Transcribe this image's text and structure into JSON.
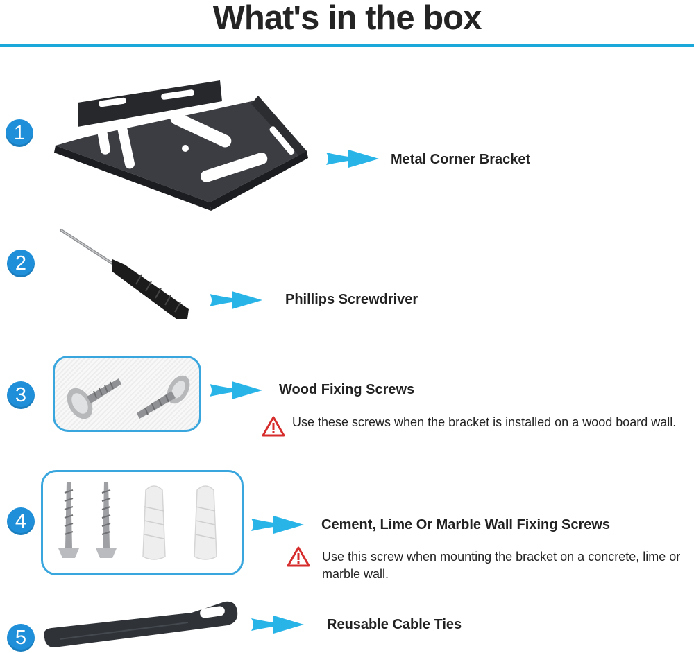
{
  "title": "What's in the box",
  "items": [
    {
      "number": "1",
      "label": "Metal Corner Bracket",
      "icon": "corner-bracket"
    },
    {
      "number": "2",
      "label": "Phillips Screwdriver",
      "icon": "screwdriver"
    },
    {
      "number": "3",
      "label": "Wood Fixing Screws",
      "icon": "wood-screws",
      "note": "Use these screws when the bracket is installed on a wood board wall."
    },
    {
      "number": "4",
      "label": "Cement, Lime Or Marble Wall Fixing Screws",
      "icon": "anchor-screws",
      "note": "Use this screw when mounting the bracket on a concrete, lime or marble wall."
    },
    {
      "number": "5",
      "label": "Reusable Cable Ties",
      "icon": "cable-tie"
    }
  ],
  "colors": {
    "accent": "#1aa7d9",
    "number_badge": "#1e8fd8",
    "arrow": "#29b4e8",
    "warning": "#d62c2c"
  }
}
